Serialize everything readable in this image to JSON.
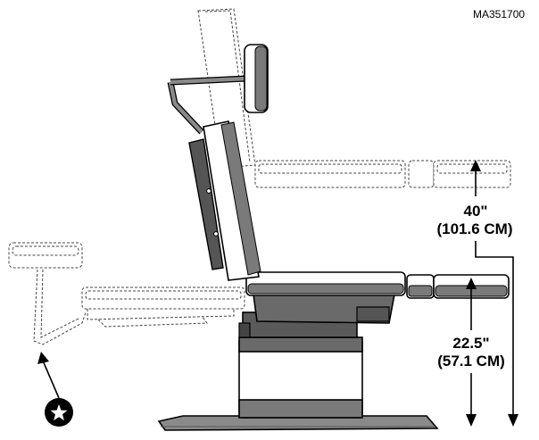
{
  "figure_code": "MA351700",
  "raised_height": {
    "inches": "40\"",
    "cm": "(101.6 CM)"
  },
  "lowered_height": {
    "inches": "22.5\"",
    "cm": "(57.1 CM)"
  },
  "marker_icon": "star-in-circle-icon",
  "colors": {
    "outline": "#000000",
    "ghost_outline": "#444444",
    "upholstery": "#7a7a7a",
    "upholstery_light": "#f2f2f2",
    "base_dark": "#555555",
    "frame": "#8a8a8a"
  }
}
